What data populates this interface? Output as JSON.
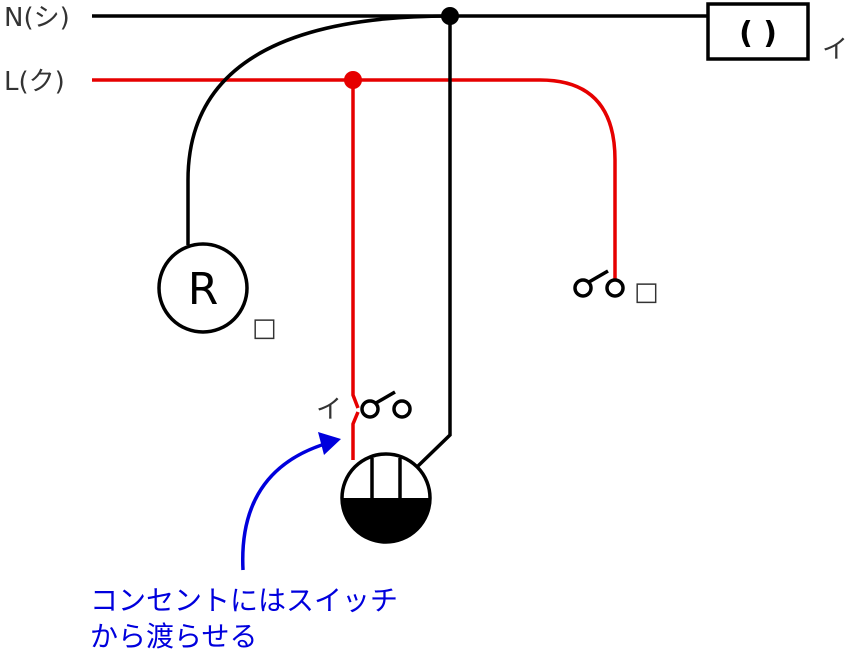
{
  "lines": {
    "neutral_label": "N(シ)",
    "live_label": "L(ク)"
  },
  "lamp_fixture": {
    "text": "( )",
    "tag": "イ"
  },
  "receptacle_light": {
    "symbol": "R",
    "tag": "□"
  },
  "switch_right": {
    "tag": "□"
  },
  "switch_lower": {
    "tag": "イ"
  },
  "annotation": {
    "line1": "コンセントにはスイッチ",
    "line2": "から渡らせる"
  },
  "colors": {
    "neutral_wire": "#000000",
    "live_wire": "#e60000",
    "annotation": "#0000dd"
  }
}
